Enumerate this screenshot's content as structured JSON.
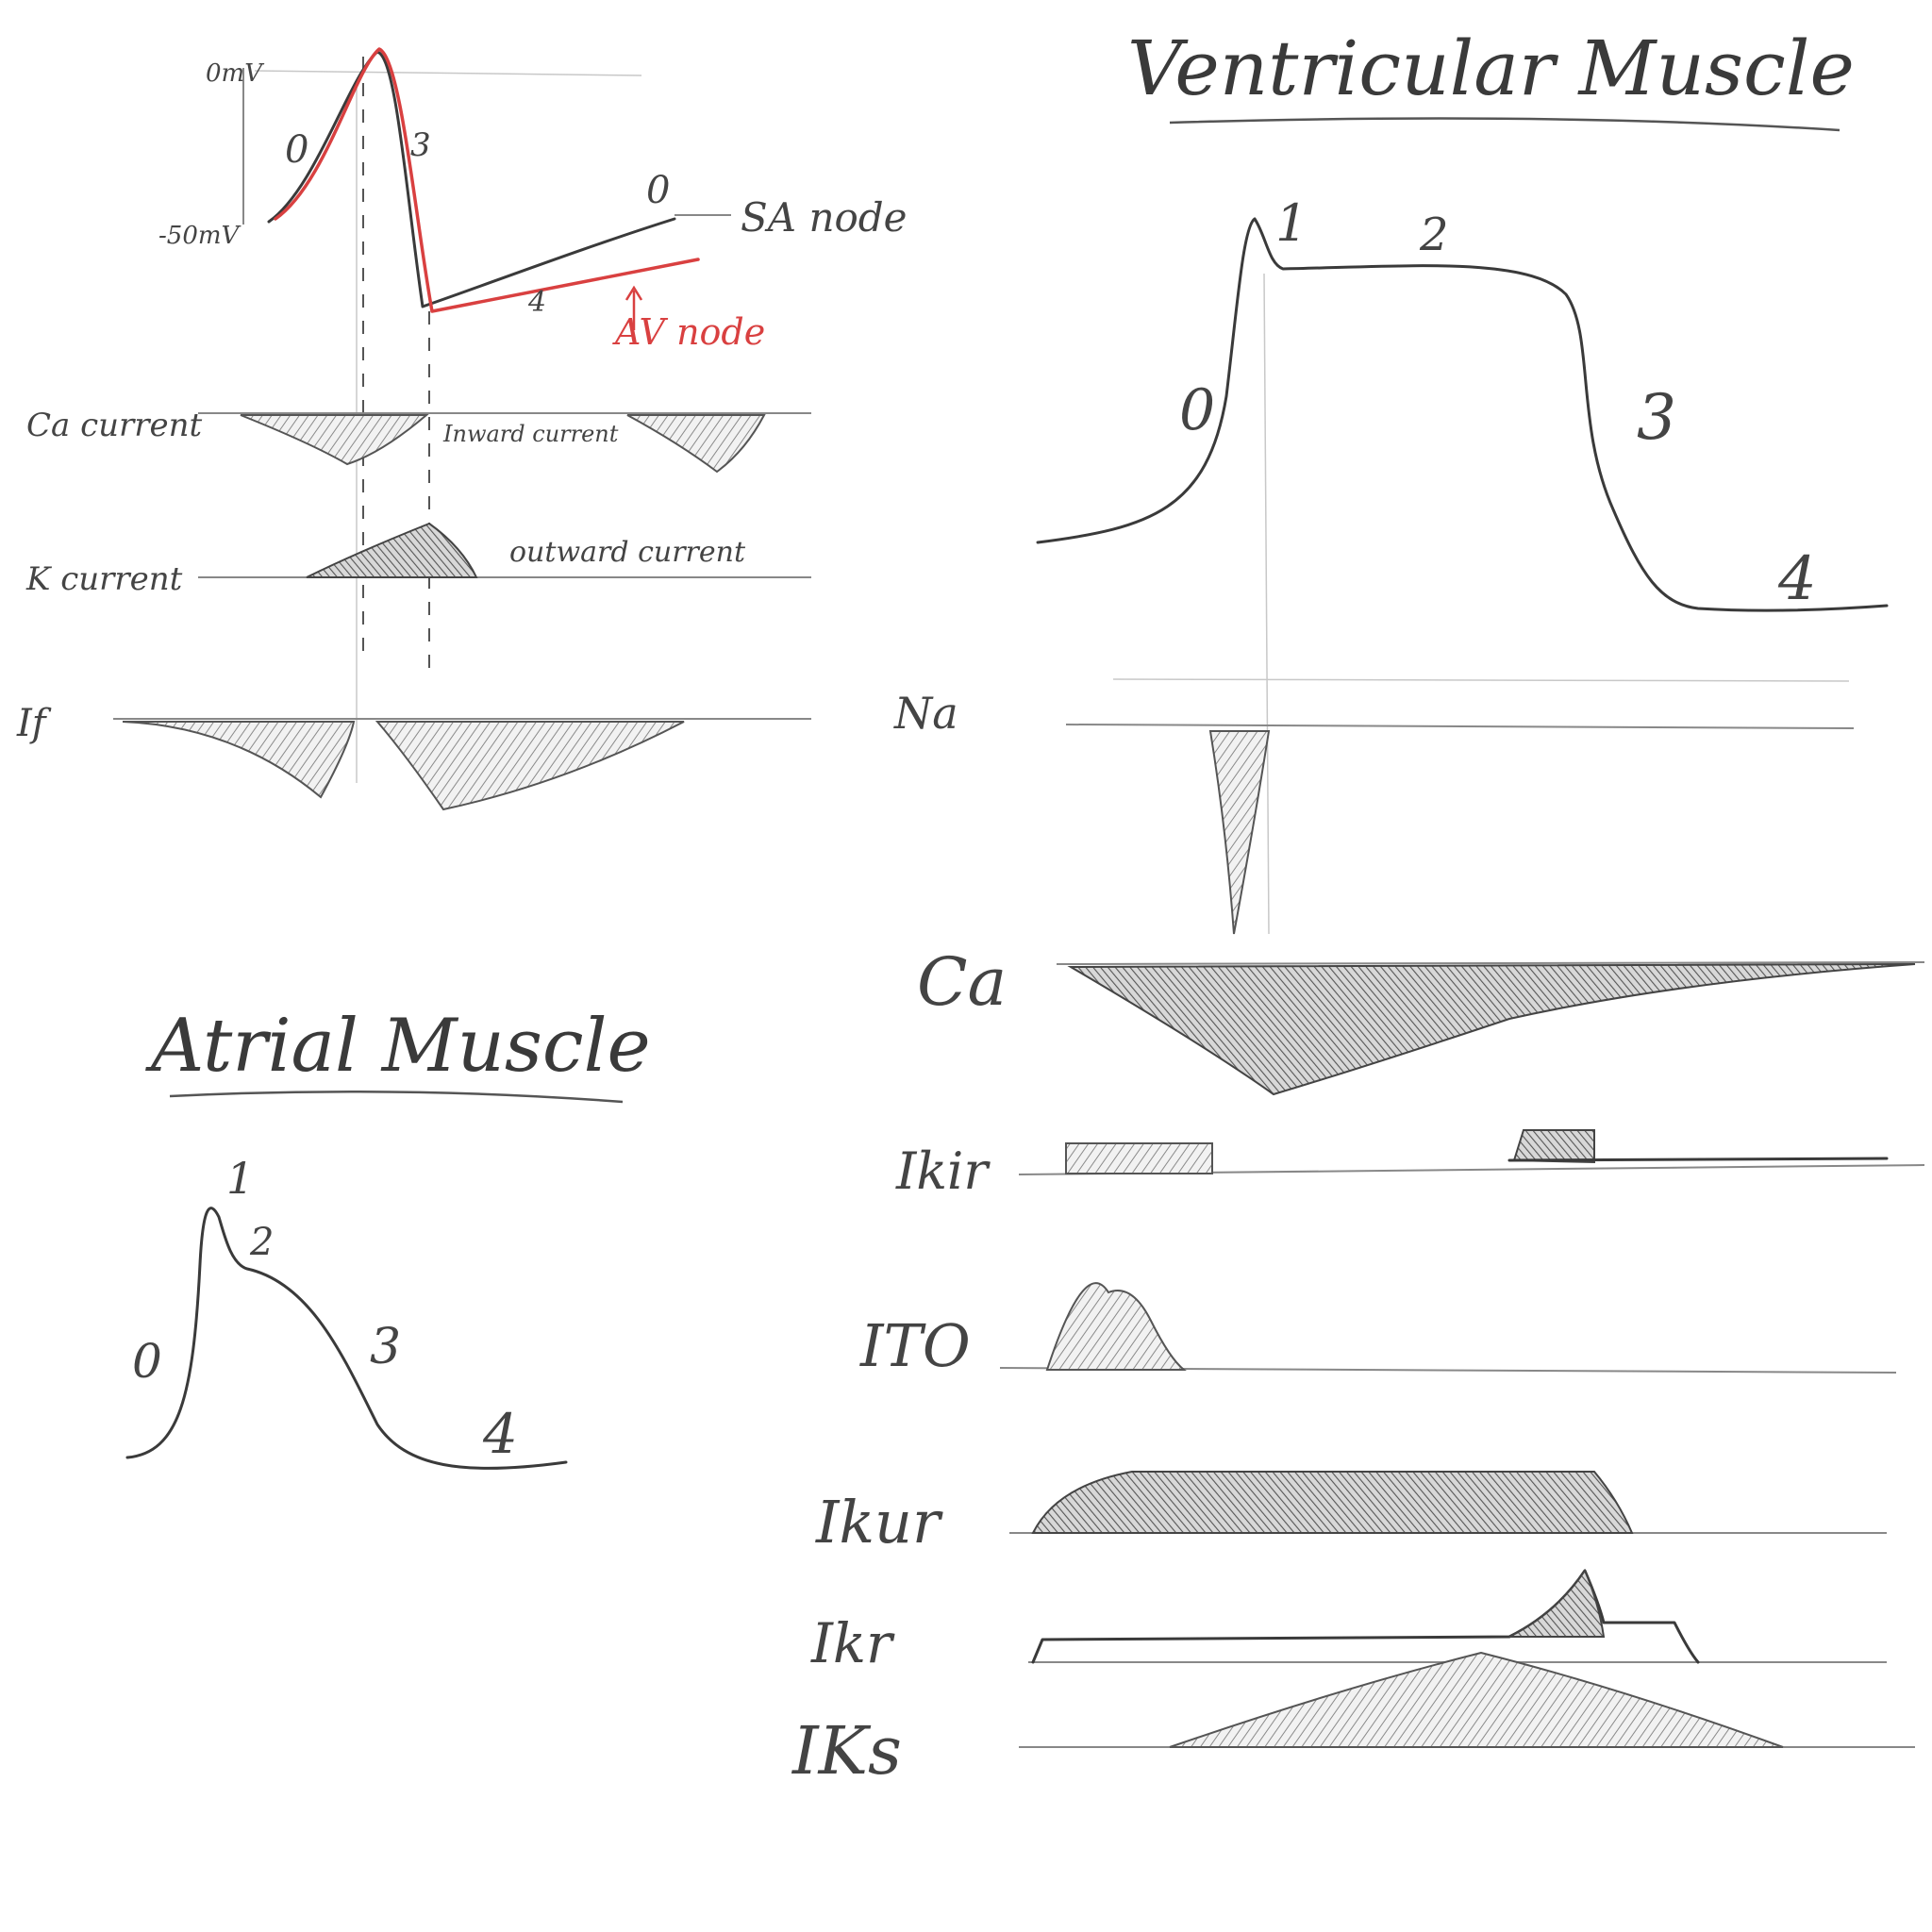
{
  "sa_panel": {
    "ylabel_top": "0mV",
    "ylabel_bottom": "-50mV",
    "phase_0": "0",
    "phase_3": "3",
    "phase_4": "4",
    "phase_0_right": "0",
    "sa_label": "SA node",
    "av_label": "AV node",
    "ca_label": "Ca current",
    "inward_label": "Inward current",
    "k_label": "K current",
    "outward_label": "outward current",
    "if_label": "If",
    "colors": {
      "trace": "#3a3a3a",
      "av": "#d94040"
    }
  },
  "atrial": {
    "title": "Atrial Muscle",
    "phase_0": "0",
    "phase_1": "1",
    "phase_2": "2",
    "phase_3": "3",
    "phase_4": "4"
  },
  "ventricular": {
    "title": "Ventricular Muscle",
    "phase_0": "0",
    "phase_1": "1",
    "phase_2": "2",
    "phase_3": "3",
    "phase_4": "4",
    "currents": {
      "na": "Na",
      "ca": "Ca",
      "ikir": "Ikir",
      "ito": "ITO",
      "ikur": "Ikur",
      "ikr": "Ikr",
      "iks": "IKs"
    }
  }
}
